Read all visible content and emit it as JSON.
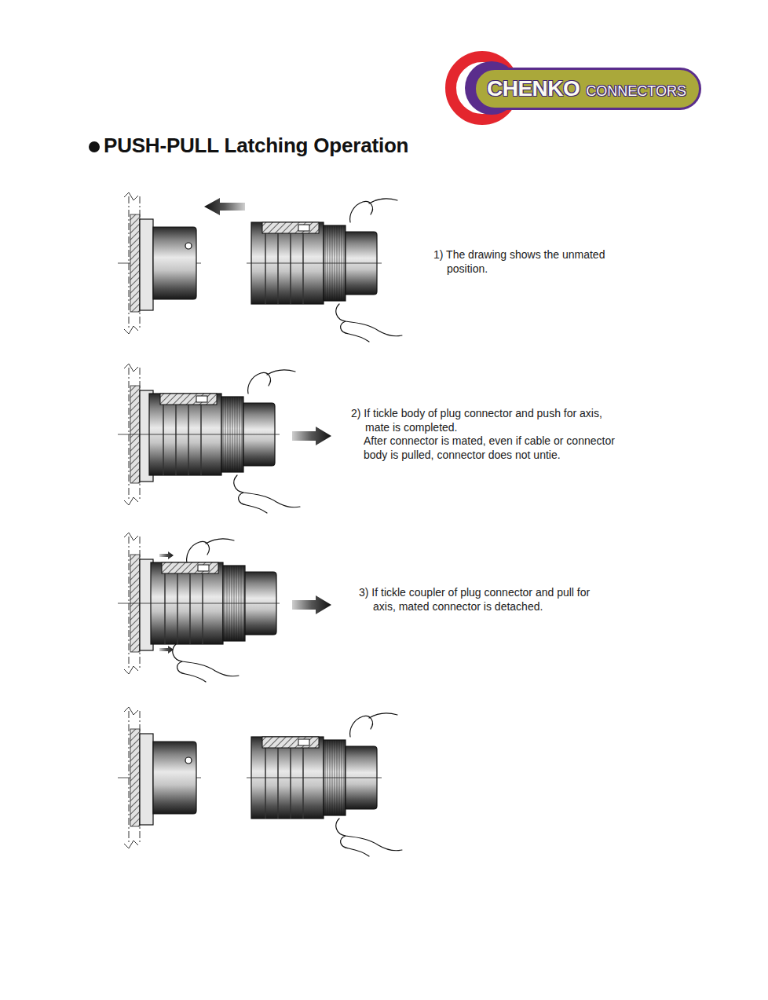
{
  "diagram": {
    "title": "PUSH-PULL Latching Operation",
    "nodes": [
      {
        "text": [
          "CHENKO",
          "CONNECTORS"
        ]
      }
    ],
    "labels": [
      "1) The drawing shows the unmated position.",
      "2) If tickle body of plug connector and push for axis, mate is completed.",
      "After connector is mated, even if cable or connector body is pulled, connector does not untie.",
      "3) If tickle coupler of plug connector and pull for axis, mated connector is detached."
    ]
  }
}
